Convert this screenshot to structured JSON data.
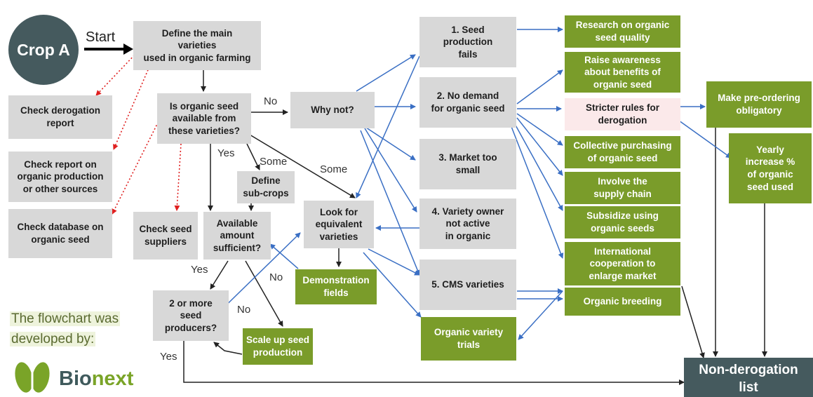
{
  "start": {
    "crop": "Crop A",
    "start_label": "Start"
  },
  "nodes": {
    "define": "Define the main\nvarieties\nused in organic farming",
    "check_derogation": "Check derogation\nreport",
    "check_report": "Check report on\norganic production\nor other sources",
    "check_database": "Check database on\norganic seed",
    "is_available": "Is organic seed\navailable from\nthese varieties?",
    "why_not": "Why not?",
    "define_subcrops": "Define\nsub-crops",
    "check_seed_suppliers": "Check seed\nsuppliers",
    "available_amount": "Available\namount\nsufficient?",
    "look_equivalent": "Look for\nequivalent\nvarieties",
    "demonstration": "Demonstration\nfields",
    "two_producers": "2 or more\nseed\nproducers?",
    "scale_up": "Scale up seed\nproduction",
    "r1": "1. Seed\nproduction\nfails",
    "r2": "2. No demand\nfor organic seed",
    "r3": "3. Market too\nsmall",
    "r4": "4. Variety owner\nnot active\nin organic",
    "r5": "5. CMS varieties",
    "organic_trials": "Organic variety\ntrials",
    "research": "Research on organic\nseed quality",
    "raise_awareness": "Raise awareness\nabout benefits of\norganic seed",
    "stricter_rules": "Stricter rules for\nderogation",
    "collective": "Collective purchasing\nof organic seed",
    "supply_chain": "Involve the\nsupply chain",
    "subsidize": "Subsidize using\norganic seeds",
    "international": "International\ncooperation to\nenlarge market",
    "organic_breeding": "Organic breeding",
    "pre_ordering": "Make pre-ordering\nobligatory",
    "yearly_increase": "Yearly\nincrease %\nof organic\nseed used",
    "non_derogation": "Non-derogation\nlist"
  },
  "labels": {
    "no_why": "No",
    "yes_avail": "Yes",
    "some_1": "Some",
    "some_2": "Some",
    "yes_two": "Yes",
    "no_scale": "No",
    "no_look": "No",
    "yes_bottom": "Yes"
  },
  "credit": {
    "line1": "The flowchart was",
    "line2": "developed by:",
    "logo_part1": "Bio",
    "logo_part2": "next"
  },
  "colors": {
    "grey_box": "#d8d8d8",
    "green_box": "#7a9c2a",
    "dark_box": "#455a5e",
    "pink_box": "#fbe9ea",
    "blue_arrow": "#3a6fc4",
    "red_dotted_arrow": "#e02020",
    "black_arrow": "#222222"
  }
}
